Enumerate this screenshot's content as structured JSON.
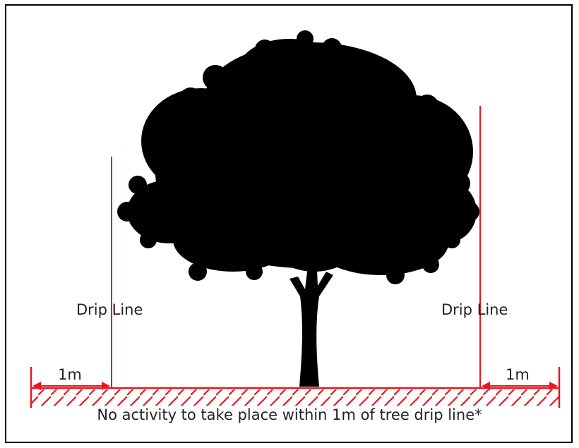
{
  "labels": {
    "drip_line_left": "Drip Line",
    "drip_line_right": "Drip Line",
    "distance_left": "1m",
    "distance_right": "1m",
    "caption": "No activity to take place within 1m of tree drip line*"
  },
  "colors": {
    "accent": "#e8141e",
    "tree": "#000000",
    "border": "#000000",
    "text": "#222222"
  },
  "icons": [
    "tree-silhouette-icon",
    "arrow-left-icon",
    "arrow-right-icon"
  ]
}
